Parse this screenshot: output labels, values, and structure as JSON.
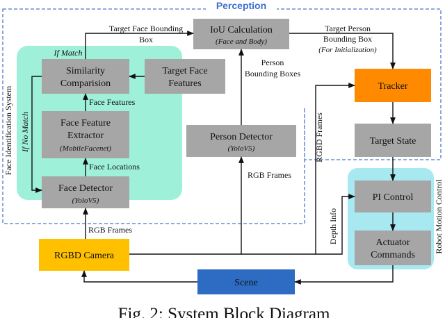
{
  "perception_label": "Perception",
  "face_system_label": "Face Identification System",
  "robot_control_label": "Robot Motion Control",
  "caption": "Fig. 2: System Block Diagram",
  "colors": {
    "perception_border": "#4a78c8",
    "perception_text": "#3d6fcf",
    "face_group": "#9ff0d8",
    "robot_group": "#a8e8f0",
    "gray_box": "#a6a6a6",
    "tracker": "#ff8a00",
    "camera": "#ffc000",
    "scene": "#2e6cc4"
  },
  "blocks": {
    "iou": {
      "title": "IoU Calculation",
      "subtitle": "(Face and Body)"
    },
    "similarity": {
      "line1": "Similarity",
      "line2": "Comparision"
    },
    "target_face": {
      "line1": "Target Face",
      "line2": "Features"
    },
    "extractor": {
      "line1": "Face Feature",
      "line2": "Extractor",
      "subtitle": "(MobileFacenet)"
    },
    "face_detector": {
      "title": "Face Detector",
      "subtitle": "(YoloV5)"
    },
    "person_detector": {
      "title": "Person Detector",
      "subtitle": "(YoloV5)"
    },
    "tracker": {
      "title": "Tracker"
    },
    "target_state": {
      "title": "Target State"
    },
    "pi_control": {
      "title": "PI Control"
    },
    "actuator": {
      "line1": "Actuator",
      "line2": "Commands"
    },
    "camera": {
      "title": "RGBD Camera"
    },
    "scene": {
      "title": "Scene"
    }
  },
  "labels": {
    "target_face_bbox": {
      "line1": "Target Face Bounding",
      "line2": "Box"
    },
    "target_person_bbox": {
      "line1": "Target Person",
      "line2": "Bounding Box",
      "line3": "(For Initialization)"
    },
    "person_bboxes": {
      "line1": "Person",
      "line2": "Bounding Boxes"
    },
    "if_match": "If Match",
    "if_no_match": "If No Match",
    "face_features": "Face Features",
    "face_locations": "Face Locations",
    "rgb_frames_person": "RGB Frames",
    "rgb_frames_face": "RGB Frames",
    "rgbd_frames": "RGBD Frames",
    "depth_info": "Depth Info"
  }
}
